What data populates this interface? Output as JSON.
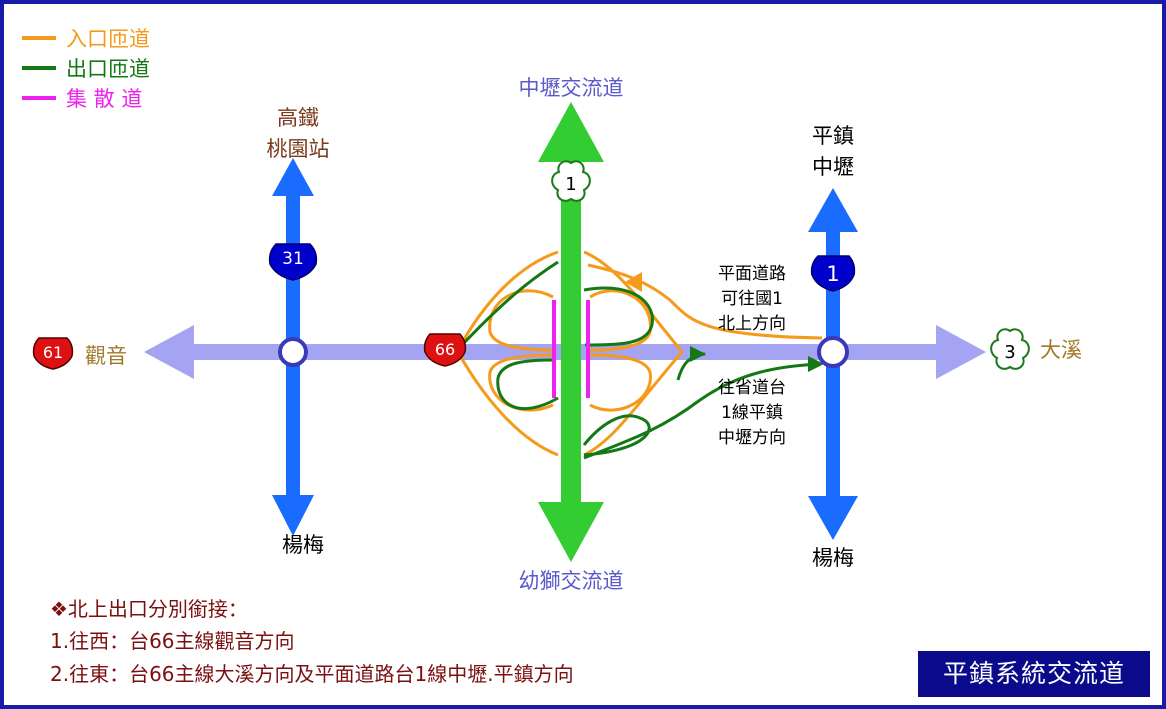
{
  "legend": {
    "entrance": "入口匝道",
    "exit": "出口匝道",
    "collector": "集 散 道"
  },
  "labels": {
    "north_top": "中壢交流道",
    "south_bottom": "幼獅交流道",
    "hsr_line1": "高鐵",
    "hsr_line2": "桃園站",
    "pingzhen_line1": "平鎮",
    "pingzhen_line2": "中壢",
    "guanyin": "觀音",
    "daxi": "大溪",
    "yangmei_left": "楊梅",
    "yangmei_right": "楊梅"
  },
  "route_badges": {
    "r31": "31",
    "r61": "61",
    "r66": "66",
    "national1": "1",
    "prov1": "1",
    "r3": "3"
  },
  "annotations": {
    "upper_line1": "平面道路",
    "upper_line2": "可往國1",
    "upper_line3": "北上方向",
    "lower_line1": "往省道台",
    "lower_line2": "1線平鎮",
    "lower_line3": "中壢方向"
  },
  "notes": {
    "heading": "❖北上出口分別銜接：",
    "line1": "1.往西：台66主線觀音方向",
    "line2": "2.往東：台66主線大溪方向及平面道路台1線中壢.平鎮方向"
  },
  "title": "平鎮系統交流道",
  "colors": {
    "entrance": "#f59a1b",
    "exit": "#147814",
    "collector": "#ee22ee",
    "hwy66": "#a4a4f2",
    "freeway1": "#33cc33",
    "prov_blue": "#1a6cff",
    "label_brown": "#7a3a1a",
    "label_gold": "#a07828",
    "label_slate": "#5a5acc",
    "note_red": "#7a1010",
    "title_bg": "#0a0a8a"
  }
}
